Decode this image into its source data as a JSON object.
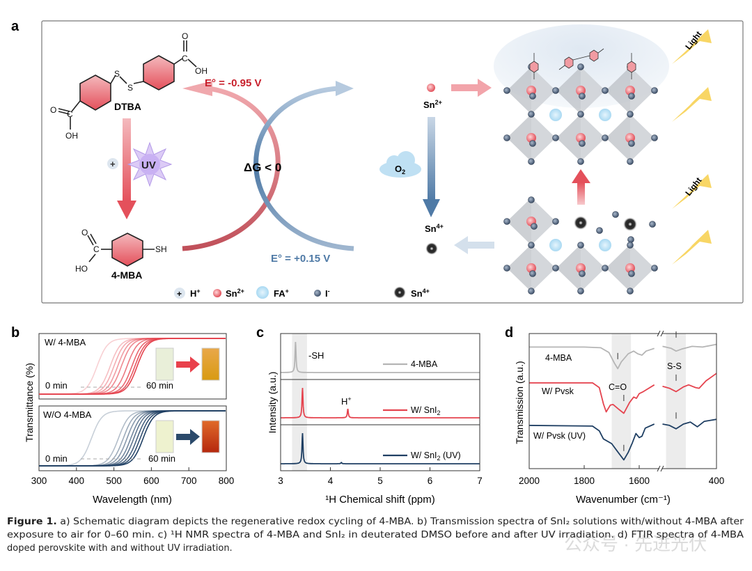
{
  "panel_labels": {
    "a": "a",
    "b": "b",
    "c": "c",
    "d": "d"
  },
  "schematic": {
    "dtba": "DTBA",
    "mba": "4-MBA",
    "sh": "SH",
    "oh": "OH",
    "ho": "HO",
    "o": "O",
    "c": "C",
    "s": "S",
    "uv": "UV",
    "plus": "+",
    "delta_g": "ΔG < 0",
    "e_red": "E° = -0.95 V",
    "e_blue": "E° = +0.15 V",
    "sn2": "Sn",
    "sn2_sup": "2+",
    "sn4": "Sn",
    "sn4_sup": "4+",
    "o2": "O",
    "o2_sub": "2",
    "light": "Light",
    "legend": [
      {
        "label": "H",
        "sup": "+",
        "icon": "proton"
      },
      {
        "label": "Sn",
        "sup": "2+",
        "icon": "sn2-ball"
      },
      {
        "label": "FA",
        "sup": "+",
        "icon": "fa-ball"
      },
      {
        "label": "I",
        "sup": "-",
        "icon": "iodide-ball"
      },
      {
        "label": "Sn",
        "sup": "4+",
        "icon": "sn4-ball"
      }
    ],
    "colors": {
      "red": "#e8606a",
      "blue": "#4f7aa6",
      "sn4": "#222222",
      "iodide": "#5c6f88",
      "fa": "#bfe3f5",
      "light": "#f7d154"
    }
  },
  "chart_data": [
    {
      "panel": "b",
      "type": "line",
      "xlabel": "Wavelength (nm)",
      "ylabel": "Transmittance (%)",
      "xlim": [
        300,
        800
      ],
      "xticks": [
        300,
        400,
        500,
        600,
        700,
        800
      ],
      "subplots": [
        {
          "title": "W/ 4-MBA",
          "start_label": "0 min",
          "end_label": "60 min",
          "color": "#e5444f",
          "edge_midpoints_nm": [
            455,
            490,
            500,
            510,
            520,
            535,
            548,
            556,
            562
          ]
        },
        {
          "title": "W/O 4-MBA",
          "start_label": "0 min",
          "end_label": "60 min",
          "color": "#1f3f63",
          "edge_midpoints_nm": [
            440,
            512,
            525,
            535,
            545,
            553,
            562,
            570,
            578
          ]
        }
      ]
    },
    {
      "panel": "c",
      "type": "line",
      "xlabel": "¹H Chemical shift (ppm)",
      "ylabel": "Intensity (a.u.)",
      "xlim": [
        3,
        7
      ],
      "xticks": [
        3,
        4,
        5,
        6,
        7
      ],
      "highlight_band_ppm": [
        3.23,
        3.53
      ],
      "annotations": {
        "sh": "-SH",
        "h": "H",
        "h_sup": "+"
      },
      "series": [
        {
          "name": "4-MBA",
          "color": "#b5b5b5",
          "peaks": [
            {
              "ppm": 3.3,
              "height": 1.0
            }
          ]
        },
        {
          "name": "W/ SnI",
          "name_sub": "2",
          "color": "#e5444f",
          "peaks": [
            {
              "ppm": 3.44,
              "height": 1.0
            },
            {
              "ppm": 4.35,
              "height": 0.3
            }
          ]
        },
        {
          "name": "W/ SnI",
          "name_sub": "2",
          "name_suffix": " (UV)",
          "color": "#1f3f63",
          "peaks": [
            {
              "ppm": 3.44,
              "height": 1.0
            },
            {
              "ppm": 4.22,
              "height": 0.04
            }
          ]
        }
      ]
    },
    {
      "panel": "d",
      "type": "line",
      "xlabel": "Wavenumber (cm⁻¹)",
      "ylabel": "Transmission (a.u.)",
      "xticks": [
        2000,
        1800,
        1600,
        400
      ],
      "axis_break": true,
      "annotations": {
        "co": "C=O",
        "ss": "S-S"
      },
      "series": [
        {
          "name": "4-MBA",
          "color": "#b5b5b5",
          "left": [
            [
              2000,
              9.0
            ],
            [
              1800,
              9.0
            ],
            [
              1740,
              8.95
            ],
            [
              1710,
              8.6
            ],
            [
              1690,
              7.8
            ],
            [
              1678,
              7.4
            ],
            [
              1665,
              7.9
            ],
            [
              1640,
              8.5
            ],
            [
              1620,
              8.7
            ],
            [
              1605,
              8.5
            ],
            [
              1590,
              8.4
            ],
            [
              1575,
              8.7
            ],
            [
              1545,
              8.9
            ]
          ],
          "right": [
            [
              555,
              9.05
            ],
            [
              530,
              8.9
            ],
            [
              516,
              8.7
            ],
            [
              500,
              8.85
            ],
            [
              470,
              9.05
            ],
            [
              440,
              9.0
            ],
            [
              400,
              9.2
            ]
          ]
        },
        {
          "name": "W/ Pvsk",
          "color": "#e5444f",
          "left": [
            [
              2000,
              6.35
            ],
            [
              1770,
              6.35
            ],
            [
              1745,
              6.0
            ],
            [
              1730,
              4.8
            ],
            [
              1720,
              4.2
            ],
            [
              1705,
              4.7
            ],
            [
              1695,
              4.75
            ],
            [
              1675,
              4.4
            ],
            [
              1656,
              4.1
            ],
            [
              1635,
              4.9
            ],
            [
              1620,
              5.3
            ],
            [
              1610,
              5.2
            ],
            [
              1600,
              5.55
            ],
            [
              1585,
              5.7
            ],
            [
              1545,
              6.2
            ]
          ],
          "right": [
            [
              555,
              6.1
            ],
            [
              535,
              5.95
            ],
            [
              516,
              5.7
            ],
            [
              495,
              6.05
            ],
            [
              480,
              6.2
            ],
            [
              460,
              6.0
            ],
            [
              450,
              5.95
            ],
            [
              430,
              6.5
            ],
            [
              400,
              7.05
            ]
          ]
        },
        {
          "name": "W/ Pvsk (UV)",
          "color": "#1f3f63",
          "left": [
            [
              2000,
              3.2
            ],
            [
              1770,
              3.15
            ],
            [
              1745,
              2.8
            ],
            [
              1730,
              2.2
            ],
            [
              1700,
              1.85
            ],
            [
              1680,
              1.3
            ],
            [
              1656,
              0.65
            ],
            [
              1640,
              1.2
            ],
            [
              1625,
              1.9
            ],
            [
              1612,
              2.6
            ],
            [
              1600,
              2.3
            ],
            [
              1590,
              2.4
            ],
            [
              1578,
              3.0
            ],
            [
              1545,
              3.3
            ]
          ],
          "right": [
            [
              555,
              3.3
            ],
            [
              535,
              3.2
            ],
            [
              516,
              2.95
            ],
            [
              495,
              3.3
            ],
            [
              475,
              3.45
            ],
            [
              455,
              3.1
            ],
            [
              435,
              3.5
            ],
            [
              400,
              3.65
            ]
          ]
        }
      ]
    }
  ],
  "caption": {
    "label": "Figure 1.",
    "line1": " a) Schematic diagram depicts the regenerative redox cycling of 4-MBA. b) Transmission spectra of SnI₂ solutions with/without 4-MBA after",
    "line2": "exposure to air for 0–60 min. c) ¹H NMR spectra of 4-MBA and SnI₂ in deuterated DMSO before and after UV irradiation. d) FTIR spectra of 4-MBA",
    "line3": "doped perovskite with and without UV irradiation."
  },
  "watermark": "公众号 · 先进光伏"
}
